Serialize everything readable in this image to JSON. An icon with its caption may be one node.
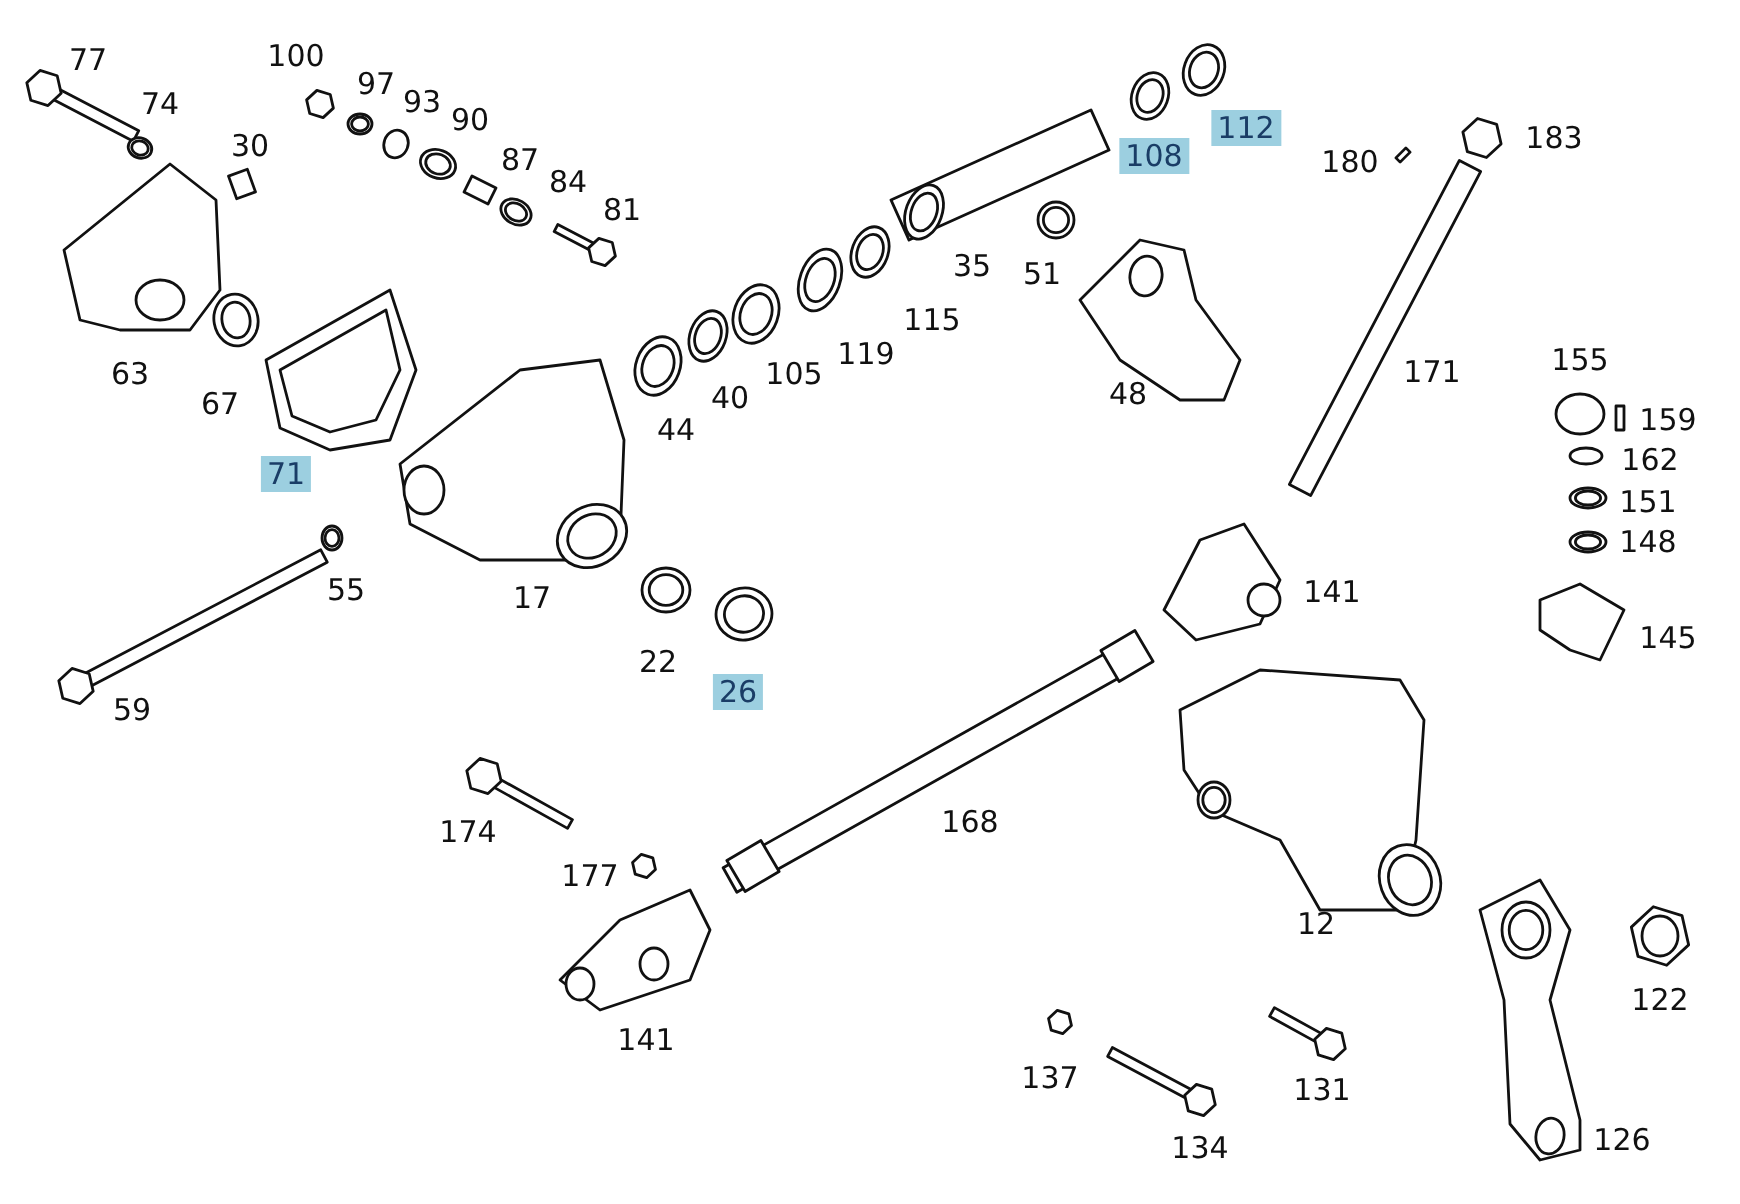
{
  "diagram": {
    "labels": [
      "77",
      "100",
      "74",
      "97",
      "93",
      "90",
      "30",
      "87",
      "84",
      "81",
      "108",
      "112",
      "180",
      "183",
      "35",
      "51",
      "115",
      "119",
      "105",
      "40",
      "44",
      "48",
      "63",
      "67",
      "171",
      "155",
      "159",
      "162",
      "71",
      "151",
      "148",
      "55",
      "141",
      "17",
      "145",
      "22",
      "26",
      "59",
      "168",
      "174",
      "177",
      "12",
      "122",
      "141",
      "137",
      "131",
      "126",
      "134"
    ]
  }
}
